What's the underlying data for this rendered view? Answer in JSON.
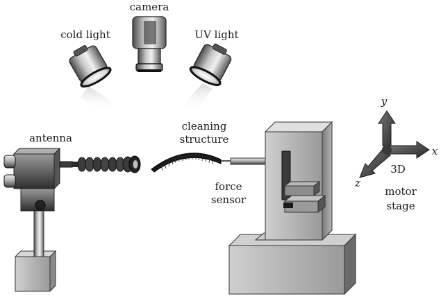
{
  "labels": {
    "camera": "camera",
    "cold_light": "cold light",
    "uv_light": "UV light",
    "antenna": "antenna",
    "cleaning_line1": "cleaning",
    "cleaning_line2": "structure",
    "force_line1": "force",
    "force_line2": "sensor",
    "stage_3d": "3D",
    "stage_motor": "motor",
    "stage_stage": "stage"
  },
  "axes": {
    "x": "x",
    "y": "y",
    "z": "z"
  }
}
